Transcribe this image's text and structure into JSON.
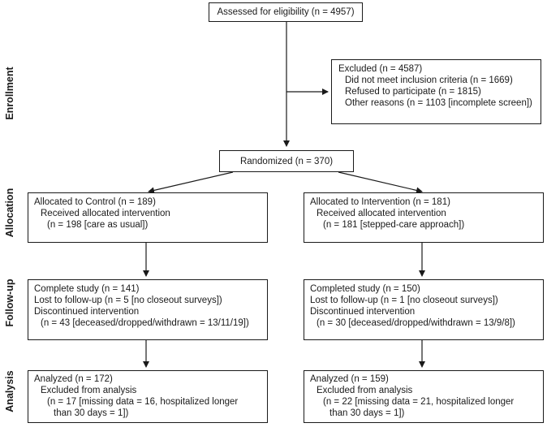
{
  "phases": {
    "enrollment": "Enrollment",
    "allocation": "Allocation",
    "followup": "Follow-up",
    "analysis": "Analysis"
  },
  "assessed": "Assessed for eligibility (n = 4957)",
  "excluded": {
    "title": "Excluded (n = 4587)",
    "lines": [
      "Did not meet  inclusion criteria (n = 1669)",
      "Refused to participate (n = 1815)",
      "Other reasons  (n = 1103 [incomplete screen])"
    ]
  },
  "randomized": "Randomized (n = 370)",
  "control": {
    "allocation": {
      "title": "Allocated to Control (n = 189)",
      "line1": "Received allocated intervention",
      "line2": "(n = 198 [care as usual])"
    },
    "followup": {
      "line1": "Complete  study (n = 141)",
      "line2": "Lost to follow-up (n = 5 [no closeout surveys])",
      "line3": "Discontinued intervention",
      "line4": "(n = 43 [deceased/dropped/withdrawn = 13/11/19])"
    },
    "analysis": {
      "line1": "Analyzed (n = 172)",
      "line2": "Excluded from analysis",
      "line3": "(n = 17 [missing data = 16, hospitalized longer",
      "line4": "than 30 days = 1])"
    }
  },
  "intervention": {
    "allocation": {
      "title": "Allocated to Intervention  (n = 181)",
      "line1": "Received allocated intervention",
      "line2": "(n = 181 [stepped-care approach])"
    },
    "followup": {
      "line1": "Completed  study (n = 150)",
      "line2": "Lost to follow-up (n = 1 [no closeout surveys])",
      "line3": "Discontinued intervention",
      "line4": "(n = 30 [deceased/dropped/withdrawn = 13/9/8])"
    },
    "analysis": {
      "line1": "Analyzed (n = 159)",
      "line2": "Excluded from analysis",
      "line3": "(n = 22 [missing data = 21, hospitalized longer",
      "line4": "than 30 days = 1])"
    }
  }
}
